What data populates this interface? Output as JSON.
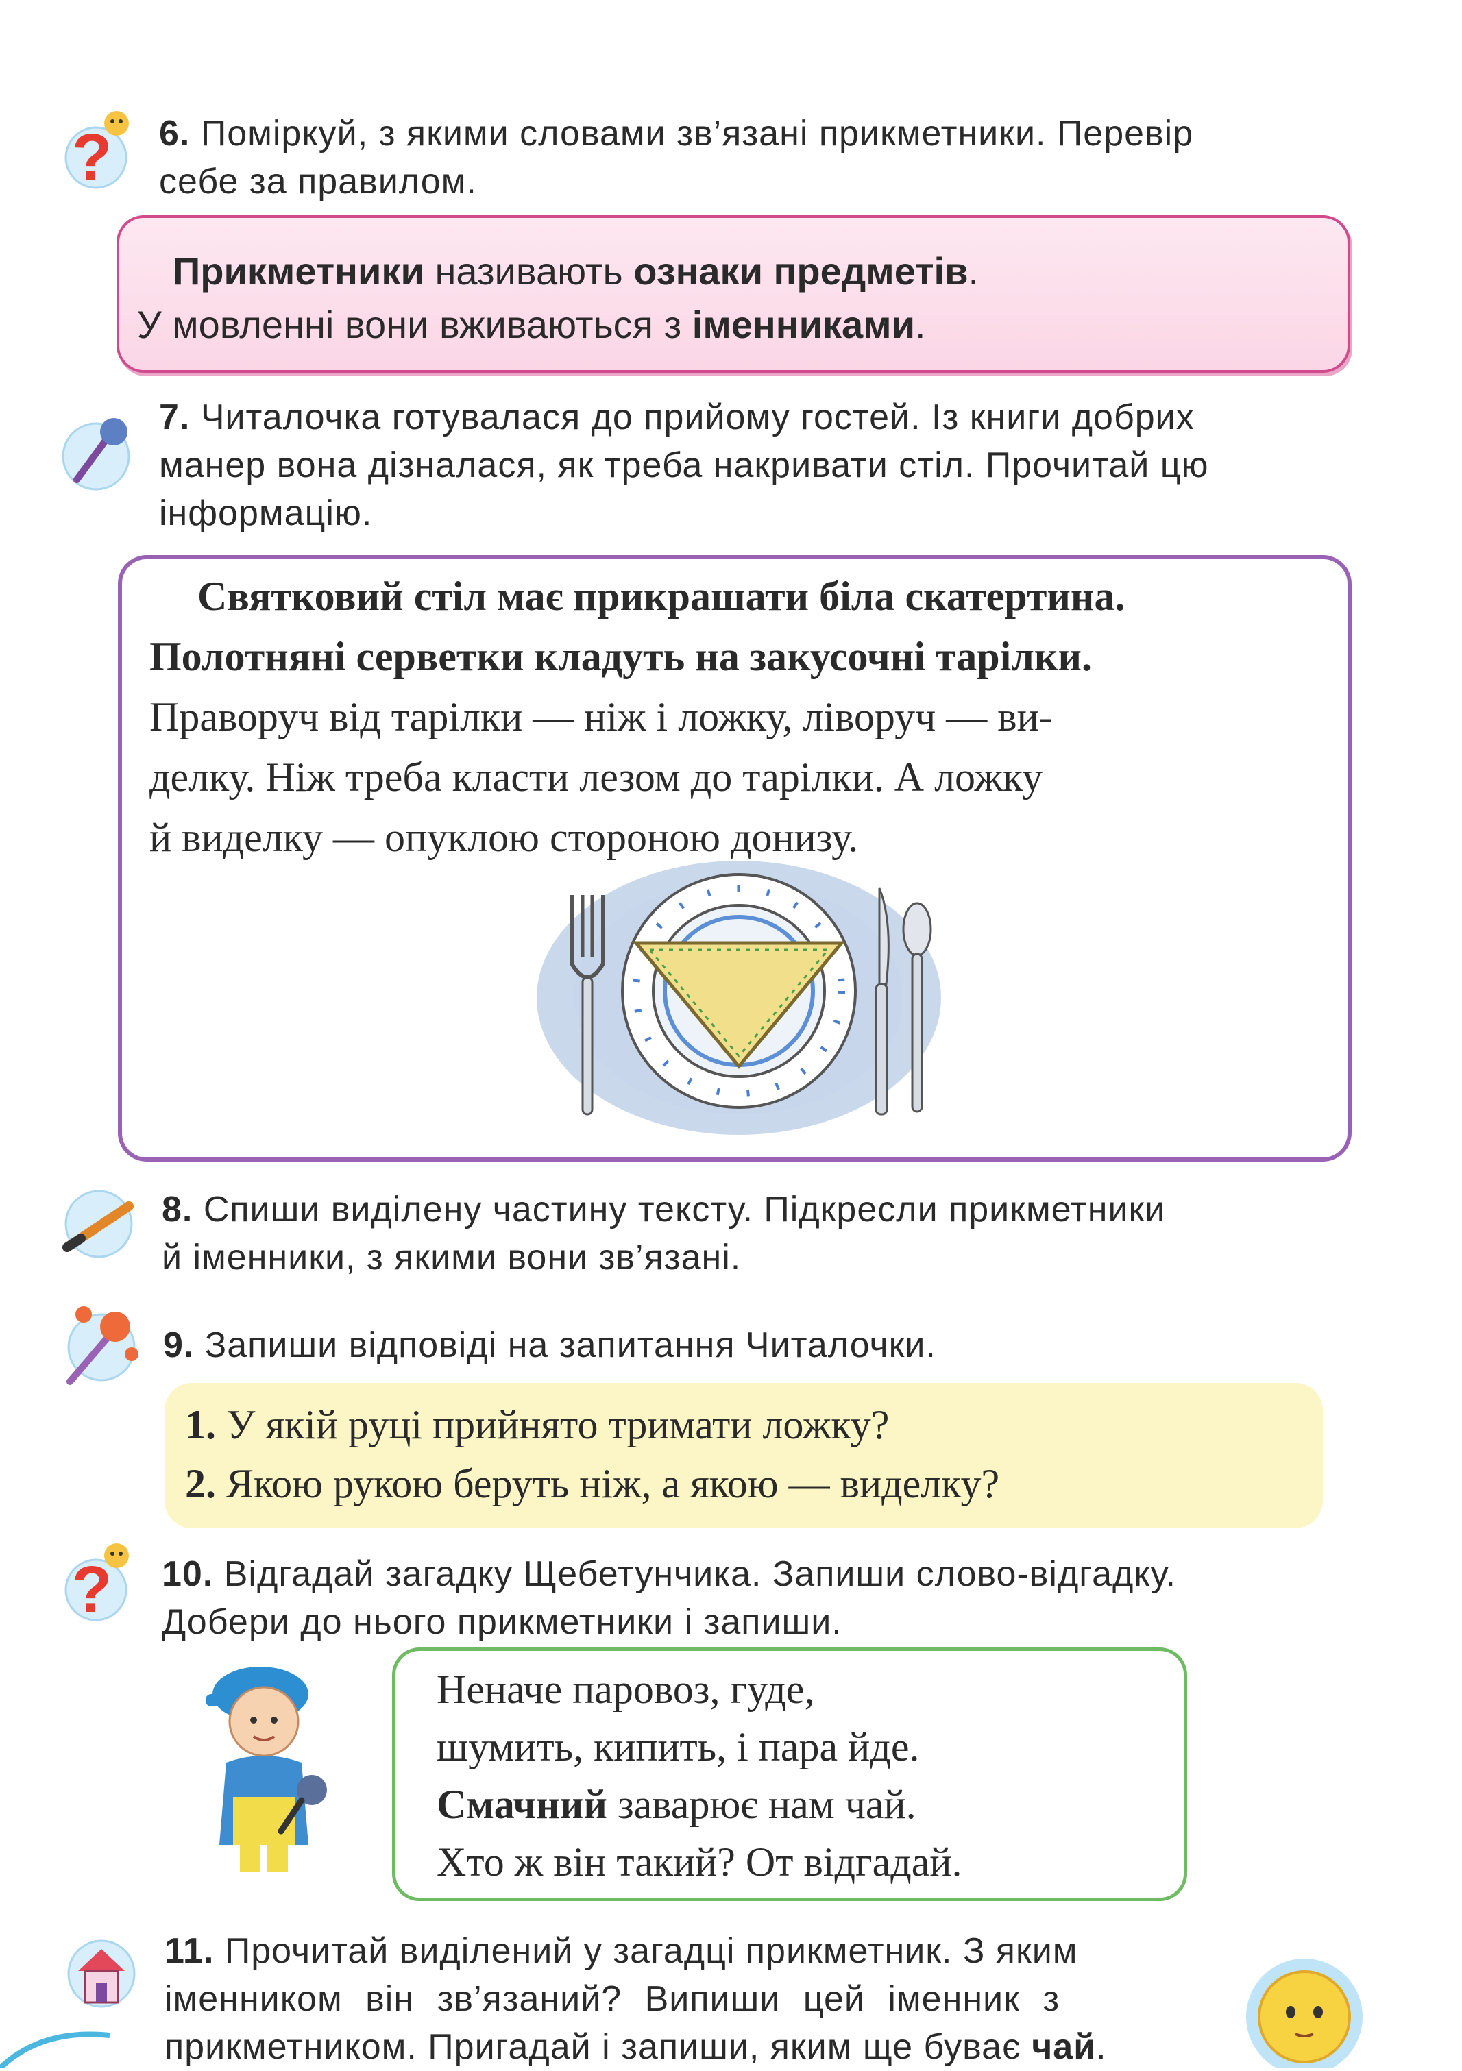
{
  "task6": {
    "num": "6.",
    "line1": "Поміркуй, з якими словами зв’язані прикметники. Перевір",
    "line2": "себе за правилом."
  },
  "rule": {
    "w1": "Прикметники",
    "w2": "називають",
    "w3": "ознаки предметів",
    "w4": ".",
    "l2a": "У мовленні вони вживаються з",
    "l2b": "іменниками",
    "l2c": "."
  },
  "task7": {
    "num": "7.",
    "line1": "Читалочка готувалася до прийому гостей. Із книги добрих",
    "line2": "манер вона дізналася, як треба накривати стіл. Прочитай цю",
    "line3": "інформацію."
  },
  "info": {
    "line1": "Святковий стіл має прикрашати біла скатертина.",
    "line2": "Полотняні серветки кладуть на закусочні тарілки.",
    "line3": "Праворуч від тарілки — ніж і ложку, ліворуч — ви-",
    "line4": "делку. Ніж треба класти лезом до тарілки. А ложку",
    "line5": "й виделку — опуклою стороною донизу."
  },
  "task8": {
    "num": "8.",
    "line1": "Спиши виділену частину тексту. Підкресли прикметники",
    "line2": "й іменники, з якими вони зв’язані."
  },
  "task9": {
    "num": "9.",
    "line1": "Запиши відповіді на запитання Читалочки."
  },
  "questions": {
    "q1num": "1.",
    "q1": "У якій руці прийнято тримати ложку?",
    "q2num": "2.",
    "q2": "Якою рукою беруть ніж, а якою — виделку?"
  },
  "task10": {
    "num": "10.",
    "line1": "Відгадай загадку Щебетунчика. Запиши слово-відгадку.",
    "line2": "Добери до нього прикметники і запиши."
  },
  "riddle": {
    "line1": "Неначе паровоз, гуде,",
    "line2": "шумить, кипить, і пара йде.",
    "line3a": "Смачний",
    "line3b": " заварює нам чай.",
    "line4": "Хто ж він такий? От відгадай."
  },
  "task11": {
    "num": "11.",
    "line1": "Прочитай виділений у загадці прикметник. З яким",
    "line2": "іменником він зв’язаний? Випиши цей іменник з",
    "line3a": "прикметником. Пригадай і запиши, яким ще буває",
    "line3b": "чай",
    "line3c": "."
  },
  "colors": {
    "rule_border": "#d04a8c",
    "info_border": "#9a62b4",
    "question_bg": "#fcf5c5",
    "riddle_border": "#6fbb63"
  }
}
